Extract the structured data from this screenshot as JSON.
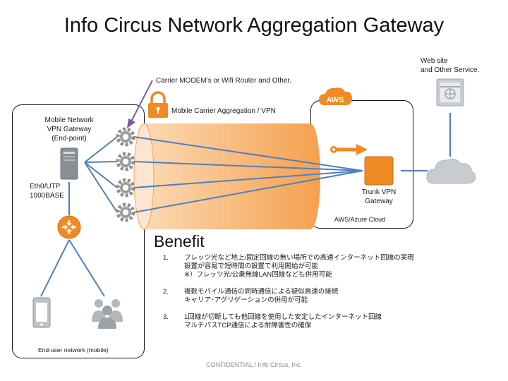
{
  "title": "Info Circus Network Aggregation Gateway",
  "labels": {
    "carrier_modem": "Carrier MODEM's or Wifi Router and Other.",
    "mobile_gateway": [
      "Mobile Network",
      "VPN Gateway",
      "(End-point)"
    ],
    "eth": [
      "Eth0/UTP",
      "1000BASE"
    ],
    "aggregation": "Mobile Carrier Aggregation / VPN",
    "website": [
      "Web site",
      "and Other Service."
    ],
    "aws_badge": "AWS",
    "trunk": [
      "Trunk VPN",
      "Gateway"
    ],
    "cloud_box": "AWS/Azure Cloud",
    "end_user_network": "End-user network (mobile)"
  },
  "benefit_heading": "Benefit",
  "benefits": [
    {
      "num": "1.",
      "lines": [
        "フレッツ光など地上/固定回線の無い場所での高速インターネット回線の実現",
        "設置が容易で短時間の設置で利用開始が可能",
        "※）フレッツ光/公衆無線LAN回線なども併用可能"
      ]
    },
    {
      "num": "2.",
      "lines": [
        "複数モバイル通信の同時通信による疑似高速の接続",
        "キャリア･アグリゲーションの併用が可能"
      ]
    },
    {
      "num": "3.",
      "lines": [
        "1回線が切断しても他回線を使用した安定したインターネット回線",
        "マルチパスTCP通信による耐障害性の確保"
      ]
    }
  ],
  "footer": "CONFIDENTIAL / Info Circus, Inc.",
  "colors": {
    "tunnel_start": "#fbd9b3",
    "tunnel_end": "#f5a04e",
    "orange": "#f08a22",
    "link_blue": "#4f7fbf",
    "purple_arrow": "#7b5aa6",
    "server_gray": "#8a8f96",
    "cloud_gray": "#c8ccd0"
  },
  "icons": [
    "gear-icon",
    "server-icon",
    "router-icon",
    "tablet-icon",
    "users-icon",
    "lock-icon",
    "cloud-icon",
    "website-icon",
    "aws-badge-icon",
    "orange-arrow-icon",
    "trunk-gateway-icon"
  ]
}
